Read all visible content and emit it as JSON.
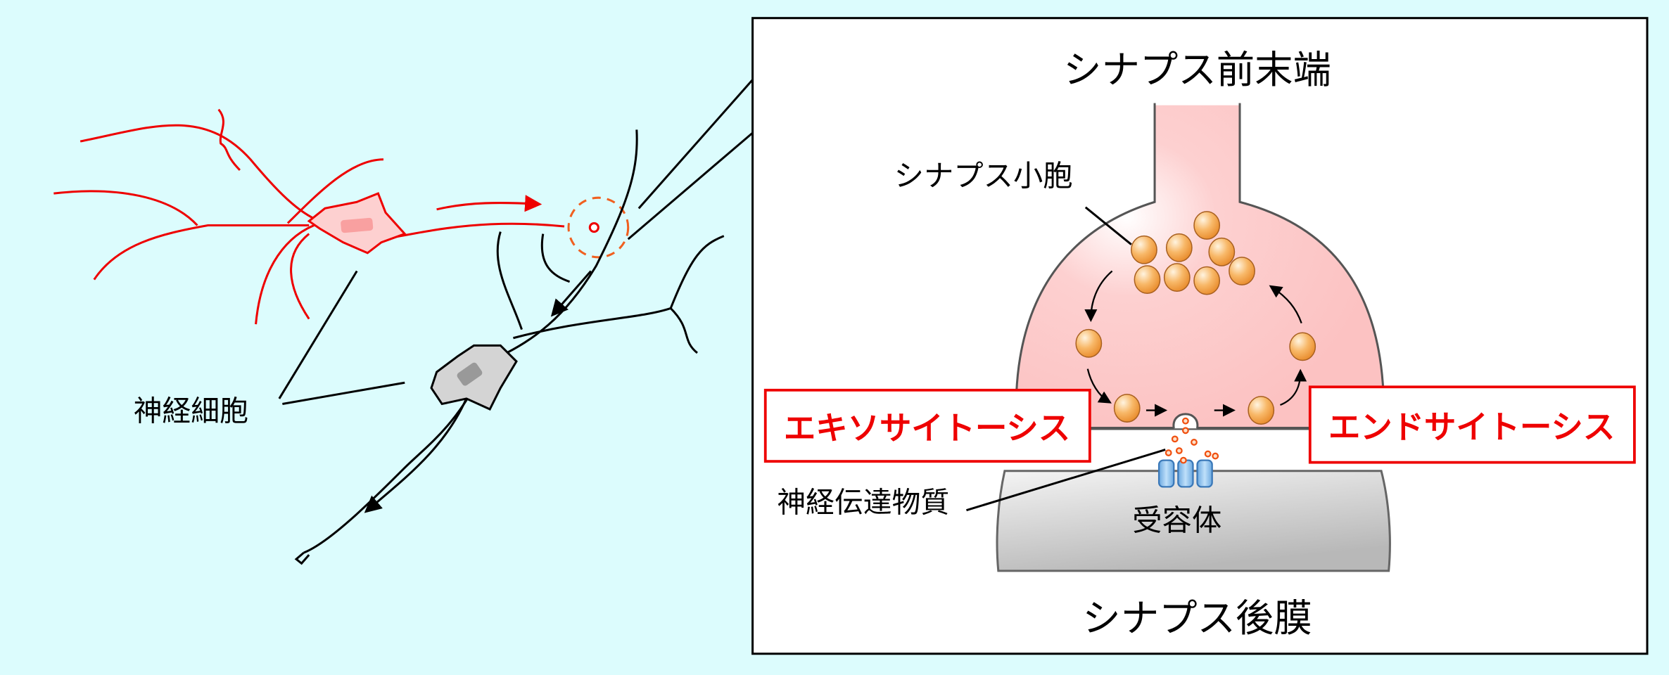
{
  "labels": {
    "presynaptic_terminal": "シナプス前末端",
    "synaptic_vesicle": "シナプス小胞",
    "exocytosis": "エキソサイトーシス",
    "endocytosis": "エンドサイトーシス",
    "neurotransmitter": "神経伝達物質",
    "receptor": "受容体",
    "postsynaptic_membrane": "シナプス後膜",
    "neuron": "神経細胞"
  },
  "colors": {
    "background": "#dcfcfd",
    "highlight_red": "#ee0000",
    "presynaptic_fill": "#fec8c8",
    "vesicle": "#f5a54a",
    "receptor": "#8ec4f0"
  }
}
